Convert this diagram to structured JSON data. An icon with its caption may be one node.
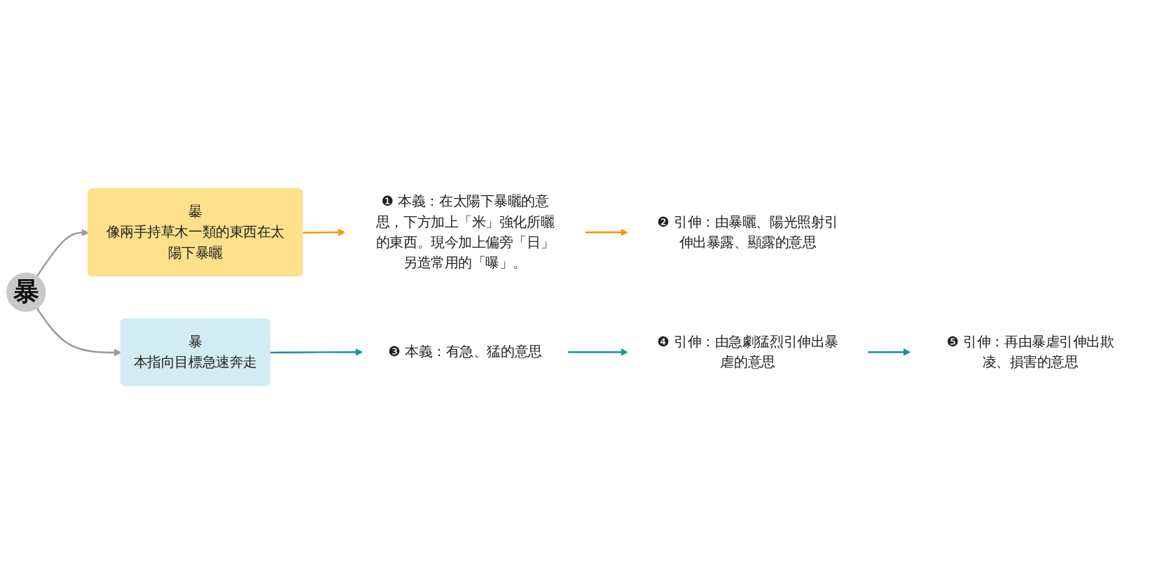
{
  "diagram": {
    "nodes": [
      {
        "text": [
          "暴"
        ]
      },
      {
        "text": [
          "曓",
          "像兩手持草木一類的東西在太陽下暴曬"
        ]
      },
      {
        "text": [
          "暴",
          "本指向目標急速奔走"
        ]
      },
      {
        "text": [
          "❶ 本義：在太陽下暴曬的意思，下方加上「米」強化所曬的東西。現今加上偏旁「日」另造常用的「曝」。"
        ]
      },
      {
        "text": [
          "❷ 引伸：由暴曬、陽光照射引伸出暴露、顯露的意思"
        ]
      },
      {
        "text": [
          "❸ 本義：有急、猛的意思"
        ]
      },
      {
        "text": [
          "❹ 引伸：由急劇猛烈引伸出暴虐的意思"
        ]
      },
      {
        "text": [
          "❺ 引伸：再由暴虐引伸出欺凌、損害的意思"
        ]
      }
    ],
    "edges": [
      {
        "from": 0,
        "to": 1,
        "arrow": "to",
        "color": "#999999"
      },
      {
        "from": 0,
        "to": 2,
        "arrow": "to",
        "color": "#999999"
      },
      {
        "from": 1,
        "to": 3,
        "arrow": "to",
        "color": "#f39800"
      },
      {
        "from": 3,
        "to": 4,
        "arrow": "to",
        "color": "#f39800"
      },
      {
        "from": 2,
        "to": 5,
        "arrow": "to",
        "color": "#1a8fa0"
      },
      {
        "from": 5,
        "to": 6,
        "arrow": "to",
        "color": "#1a8fa0"
      },
      {
        "from": 6,
        "to": 7,
        "arrow": "to",
        "color": "#1a8fa0"
      }
    ]
  }
}
